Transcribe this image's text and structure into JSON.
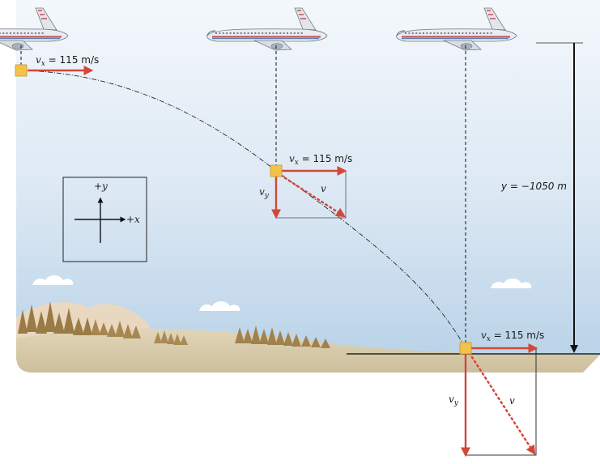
{
  "vx_label": {
    "v": "v",
    "sub": "x",
    "rest": " = 115 m/s"
  },
  "vy_label": {
    "v": "v",
    "sub": "y"
  },
  "v_label": "v",
  "height_label": "y = −1050 m",
  "axis_legend": {
    "plus_y": "+y",
    "plus_x": "+x"
  },
  "colors": {
    "arrow": "#d2473a",
    "package": "#f3c24a",
    "sky_top": "#f2f7fc",
    "sky_bottom": "#b4cfe6",
    "ground": "#dccfb2",
    "guide": "#111111"
  },
  "icons": [
    "airplane-icon",
    "package-icon",
    "tree-cluster-icon",
    "cloud-icon"
  ]
}
